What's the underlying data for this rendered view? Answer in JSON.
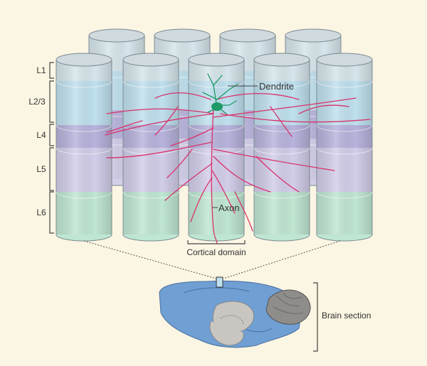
{
  "layers": [
    {
      "label": "L1"
    },
    {
      "label": "L2/3"
    },
    {
      "label": "L4"
    },
    {
      "label": "L5"
    },
    {
      "label": "L6"
    }
  ],
  "annotations": {
    "dendrite": "Dendrite",
    "axon": "Axon",
    "cortical_domain": "Cortical domain",
    "brain_section": "Brain section"
  },
  "colors": {
    "background": "#fbf5e3",
    "cap": "#cfd9de",
    "layer1": "#d6e5ea",
    "layer2_3": "#bfe0ee",
    "layer4": "#b7b3dc",
    "layer5": "#d2cde9",
    "layer6": "#bfe6d2",
    "axon": "#d8326c",
    "dendrite": "#1e9a67",
    "brain_blue": "#6f9fd3",
    "brain_grey": "#c9c6c1"
  }
}
